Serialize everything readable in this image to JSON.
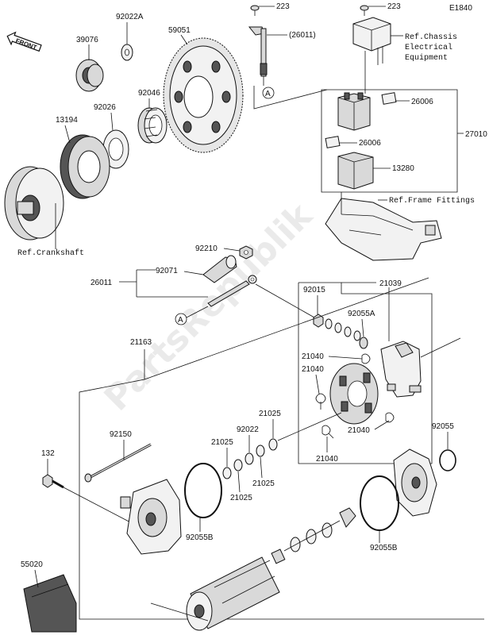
{
  "diagram_code": "E1840",
  "watermark": "PartsRepublik",
  "front_badge": "FRONT",
  "callout_a": "A",
  "labels": {
    "p223_left": "223",
    "p223_right": "223",
    "p26011_top": "(26011)",
    "ref_chassis_line1": "Ref.Chassis",
    "ref_chassis_line2": "Electrical",
    "ref_chassis_line3": "Equipment",
    "p39076": "39076",
    "p92022a": "92022A",
    "p59051": "59051",
    "p92046": "92046",
    "p92026": "92026",
    "p13194": "13194",
    "p26006_a": "26006",
    "p26006_b": "26006",
    "p27010": "27010",
    "p13280": "13280",
    "ref_frame": "Ref.Frame Fittings",
    "ref_crankshaft": "Ref.Crankshaft",
    "p92210": "92210",
    "p92071": "92071",
    "p26011": "26011",
    "p21039": "21039",
    "p92015": "92015",
    "p92055a": "92055A",
    "p21163": "21163",
    "p21040_a": "21040",
    "p21040_b": "21040",
    "p21040_c": "21040",
    "p21040_d": "21040",
    "p21025_a": "21025",
    "p92022": "92022",
    "p21025_b": "21025",
    "p21025_c": "21025",
    "p21025_d": "21025",
    "p92150": "92150",
    "p92055": "92055",
    "p132": "132",
    "p92055b_a": "92055B",
    "p92055b_b": "92055B",
    "p55020": "55020"
  }
}
